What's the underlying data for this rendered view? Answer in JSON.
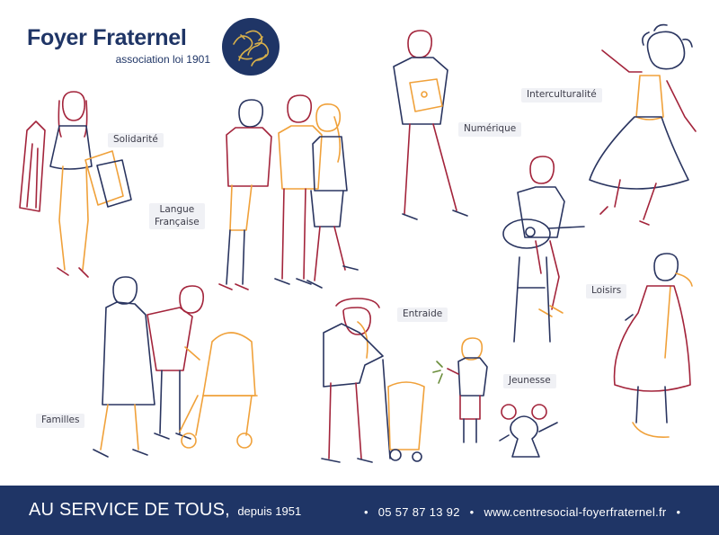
{
  "brand": {
    "name": "Foyer Fraternel",
    "subtitle": "association loi 1901"
  },
  "labels": {
    "solidarite": "Solidarité",
    "langue_line1": "Langue",
    "langue_line2": "Française",
    "numerique": "Numérique",
    "interculturalite": "Interculturalité",
    "loisirs": "Loisirs",
    "entraide": "Entraide",
    "jeunesse": "Jeunesse",
    "familles": "Familles"
  },
  "footer": {
    "title": "AU SERVICE DE TOUS,",
    "since": "depuis 1951",
    "bullet": "•",
    "phone": "05 57 87 13 92",
    "website": "www.centresocial-foyerfraternel.fr"
  },
  "colors": {
    "navy": "#1f3566",
    "red_outline": "#a3243b",
    "orange_outline": "#f0a13a",
    "label_text": "#3d3d4a"
  },
  "icons": {
    "logo": "hands-circle-icon"
  }
}
